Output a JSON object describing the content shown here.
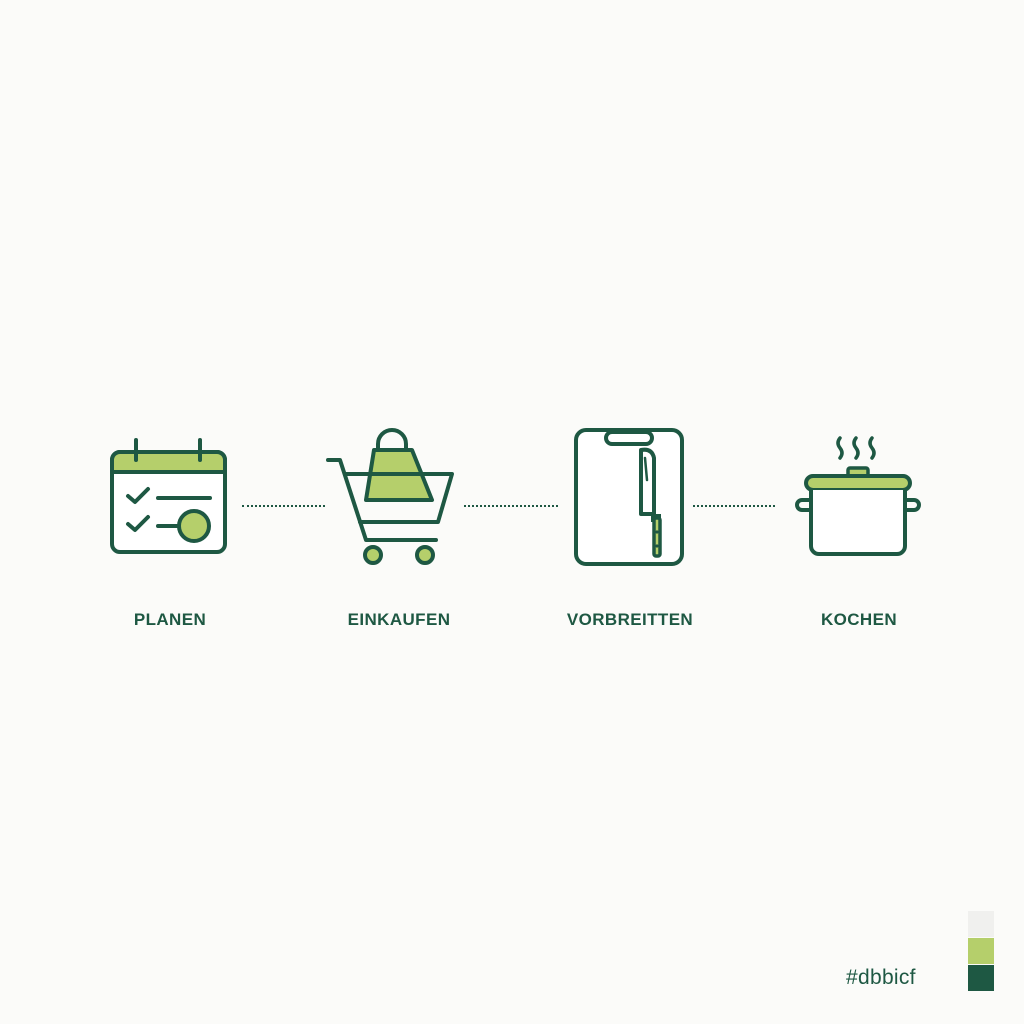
{
  "steps": [
    {
      "label": "PLANEN",
      "icon": "calendar-checklist-icon"
    },
    {
      "label": "EINKAUFEN",
      "icon": "shopping-cart-bag-icon"
    },
    {
      "label": "VORBREITTEN",
      "icon": "cutting-board-knife-icon"
    },
    {
      "label": "KOCHEN",
      "icon": "steaming-pot-icon"
    }
  ],
  "palette": {
    "hex_label": "#dbbicf",
    "swatches": [
      "#f0f0ee",
      "#b5cf6b",
      "#1e5843"
    ]
  },
  "colors": {
    "stroke": "#1e5843",
    "accent": "#b5cf6b",
    "background": "#fbfbf9"
  }
}
